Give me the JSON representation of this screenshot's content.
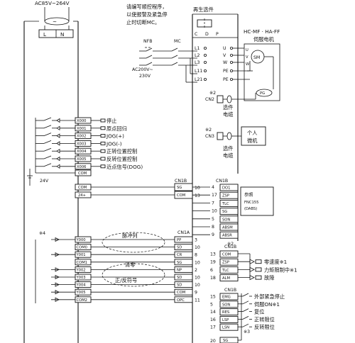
{
  "plc": {
    "power_range": "AC85V~264V",
    "terminal_l": "L",
    "terminal_n": "N",
    "inputs": [
      {
        "terminal": "X000",
        "label": "停止"
      },
      {
        "terminal": "X001",
        "label": "原点回归"
      },
      {
        "terminal": "X002",
        "label": "JOG(+)"
      },
      {
        "terminal": "X003",
        "label": "JOG(-)"
      },
      {
        "terminal": "X004",
        "label": "正转位置控制"
      },
      {
        "terminal": "X005",
        "label": "反转位置控制"
      },
      {
        "terminal": "X006",
        "label": "近点信号(DOG)"
      }
    ],
    "input_com": "COM",
    "supply_24v": "24V",
    "power_terminals": [
      "COM",
      "24+"
    ],
    "note_left": "※4",
    "outputs": [
      "Y000",
      "COM0",
      "Y001",
      "COM1",
      "Y002",
      "Y003",
      "Y004",
      "Y005",
      "COM2"
    ]
  },
  "annotations": {
    "operation_note": "请编写顺控程序，\n以使报警及紧急停\n止时切断MC。",
    "regen_title": "再生选件",
    "servo_title": "HC-MF · HA-FF\n伺服电机",
    "nfb": "NFB",
    "mc": "MC",
    "ac_supply": "AC200V~\n230V",
    "note_2a": "※2",
    "note_2b": "※2",
    "encoder_cable": "选件\n电缆",
    "pc_cable": "选件\n电缆",
    "pc_label": "个人\n微机",
    "cn2": "CN2",
    "cn3": "CN3",
    "motor": "SM",
    "encoder": "PG",
    "pulse_train": "脉冲列",
    "clear": "清零",
    "direction": "正/反符号"
  },
  "amp_power": {
    "regen": [
      "C",
      "D",
      "P"
    ],
    "left_terminals": [
      "L1",
      "L2",
      "L3",
      "L11",
      "L21"
    ],
    "right_terminals": [
      "U",
      "V",
      "W",
      "PE",
      "PE"
    ]
  },
  "cn1b_top": {
    "label": "CN1B",
    "rows": [
      {
        "name": "SG",
        "pin": "10"
      },
      {
        "name": "COM",
        "pin": "13"
      }
    ]
  },
  "cn1b_right": {
    "label": "CN1B",
    "rows": [
      {
        "pin": "4",
        "name": "DO1"
      },
      {
        "pin": "17",
        "name": "ZSP"
      },
      {
        "pin": "7",
        "name": "TLC"
      },
      {
        "pin": "10",
        "name": "SG"
      },
      {
        "pin": "5",
        "name": "SON"
      },
      {
        "pin": "8",
        "name": "ABSM"
      },
      {
        "pin": "9",
        "name": "ABSR"
      }
    ],
    "ref_box": "参照\nFNC155\n(DABS)",
    "note": "※2"
  },
  "cn1a": {
    "label": "CN1A",
    "rows": [
      {
        "name": "PP",
        "pin": "3"
      },
      {
        "name": "SD",
        "pin": "10"
      },
      {
        "name": "CR",
        "pin": "8"
      },
      {
        "name": "SG",
        "pin": "10"
      },
      {
        "name": "NP",
        "pin": "2"
      },
      {
        "name": "SD",
        "pin": "10"
      },
      {
        "name": "SD",
        "pin": "10"
      },
      {
        "name": "COM",
        "pin": "9"
      },
      {
        "name": "OPC",
        "pin": "11"
      }
    ]
  },
  "cn1b_status": {
    "label": "CN1B",
    "rows": [
      {
        "pin": "13",
        "name": "COM"
      },
      {
        "pin": "19",
        "name": "ZSP"
      },
      {
        "pin": "6",
        "name": "TLC"
      },
      {
        "pin": "18",
        "name": "ALM"
      }
    ],
    "labels": [
      "零速度※1",
      "力矩限制中※1",
      "故障"
    ]
  },
  "cn1b_ctrl": {
    "label": "CN1B",
    "rows": [
      {
        "pin": "15",
        "name": "EMG"
      },
      {
        "pin": "5",
        "name": "SON"
      },
      {
        "pin": "14",
        "name": "RES"
      },
      {
        "pin": "16",
        "name": "LSP"
      },
      {
        "pin": "17",
        "name": "LSN"
      }
    ],
    "labels": [
      "外部紧急停止",
      "伺服ON※1",
      "复位",
      "正转限位",
      "反转限位"
    ],
    "note": "※3",
    "sg_pin": "20",
    "sg_name": "SG"
  }
}
